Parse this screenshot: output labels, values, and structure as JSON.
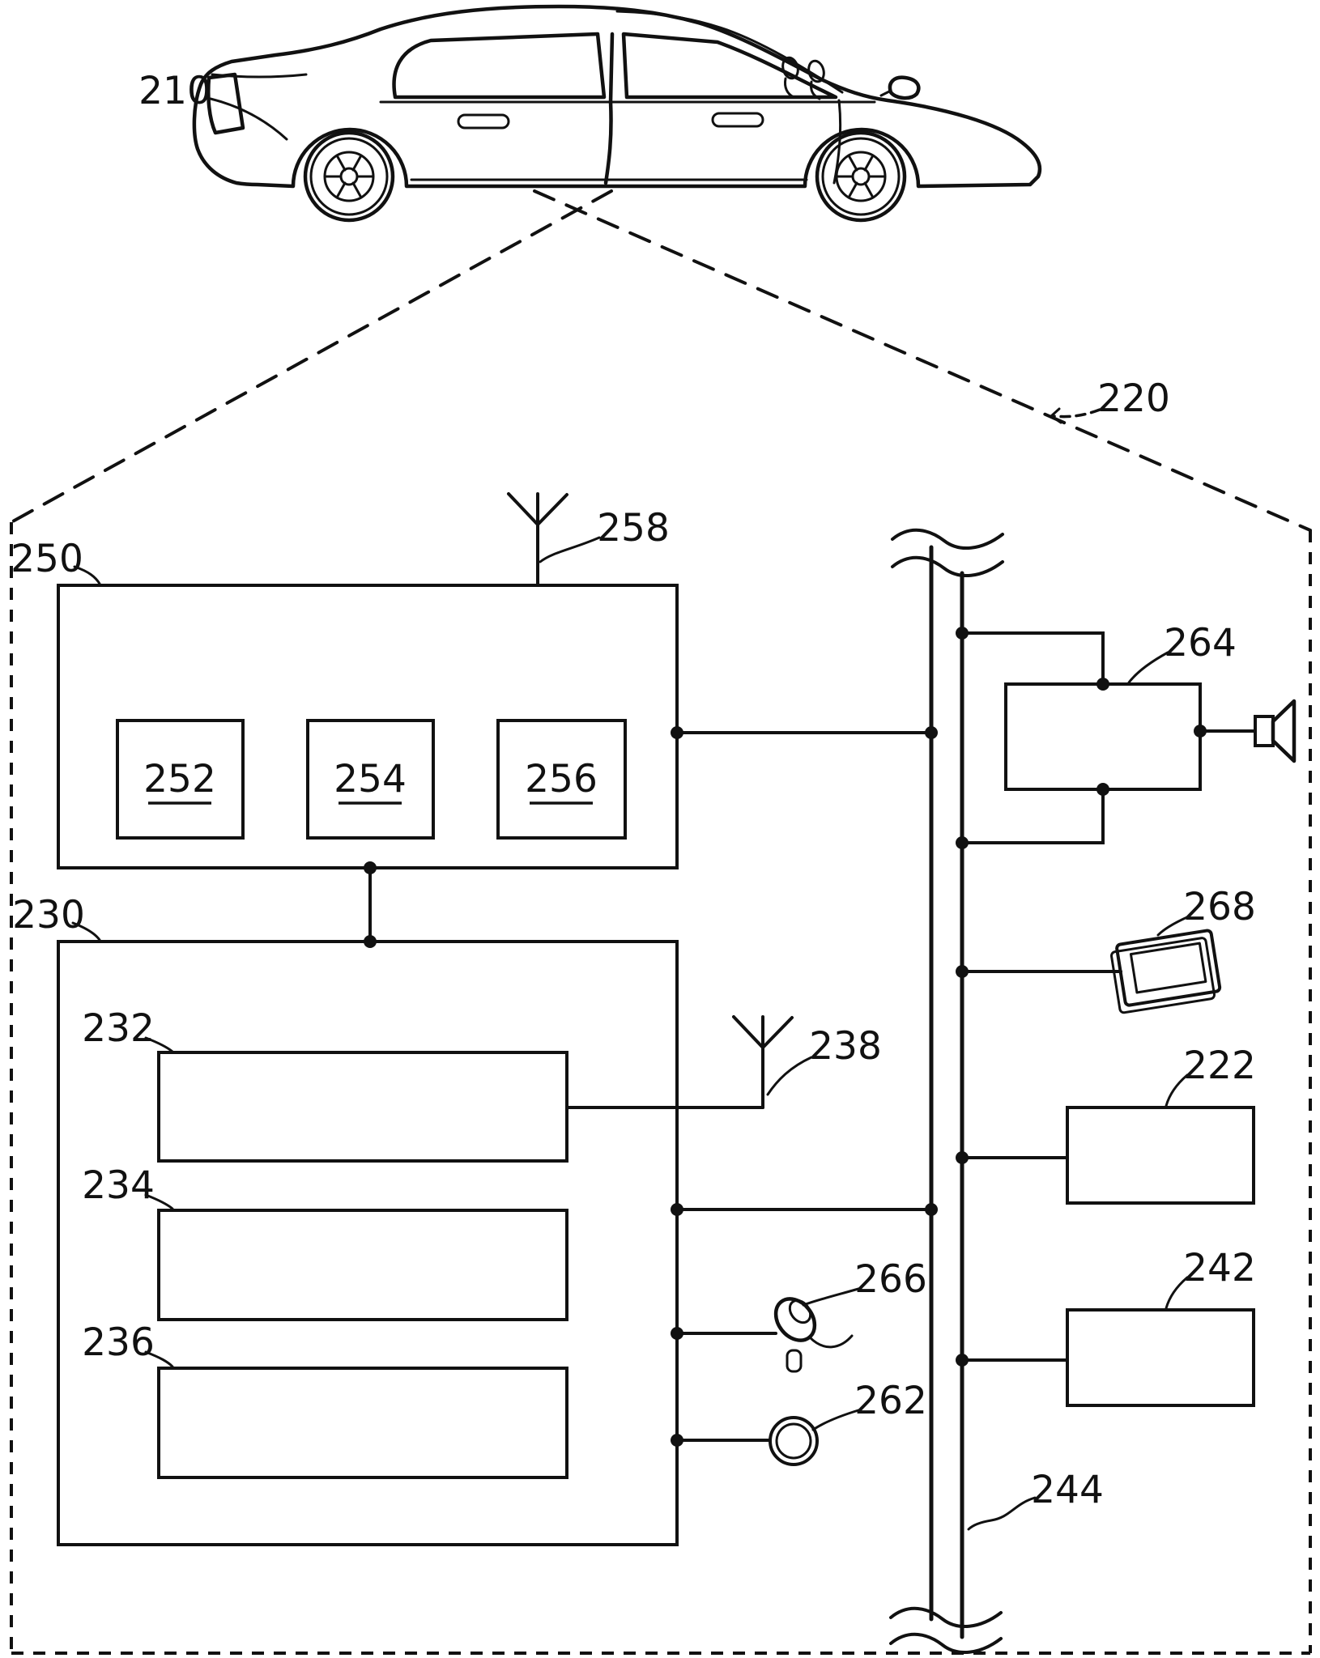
{
  "figure": {
    "callouts": {
      "c210": "210",
      "c220": "220",
      "c222": "222",
      "c230": "230",
      "c232": "232",
      "c234": "234",
      "c236": "236",
      "c238": "238",
      "c242": "242",
      "c244": "244",
      "c250": "250",
      "c252": "252",
      "c254": "254",
      "c256": "256",
      "c258": "258",
      "c262": "262",
      "c264": "264",
      "c266": "266",
      "c268": "268"
    }
  }
}
